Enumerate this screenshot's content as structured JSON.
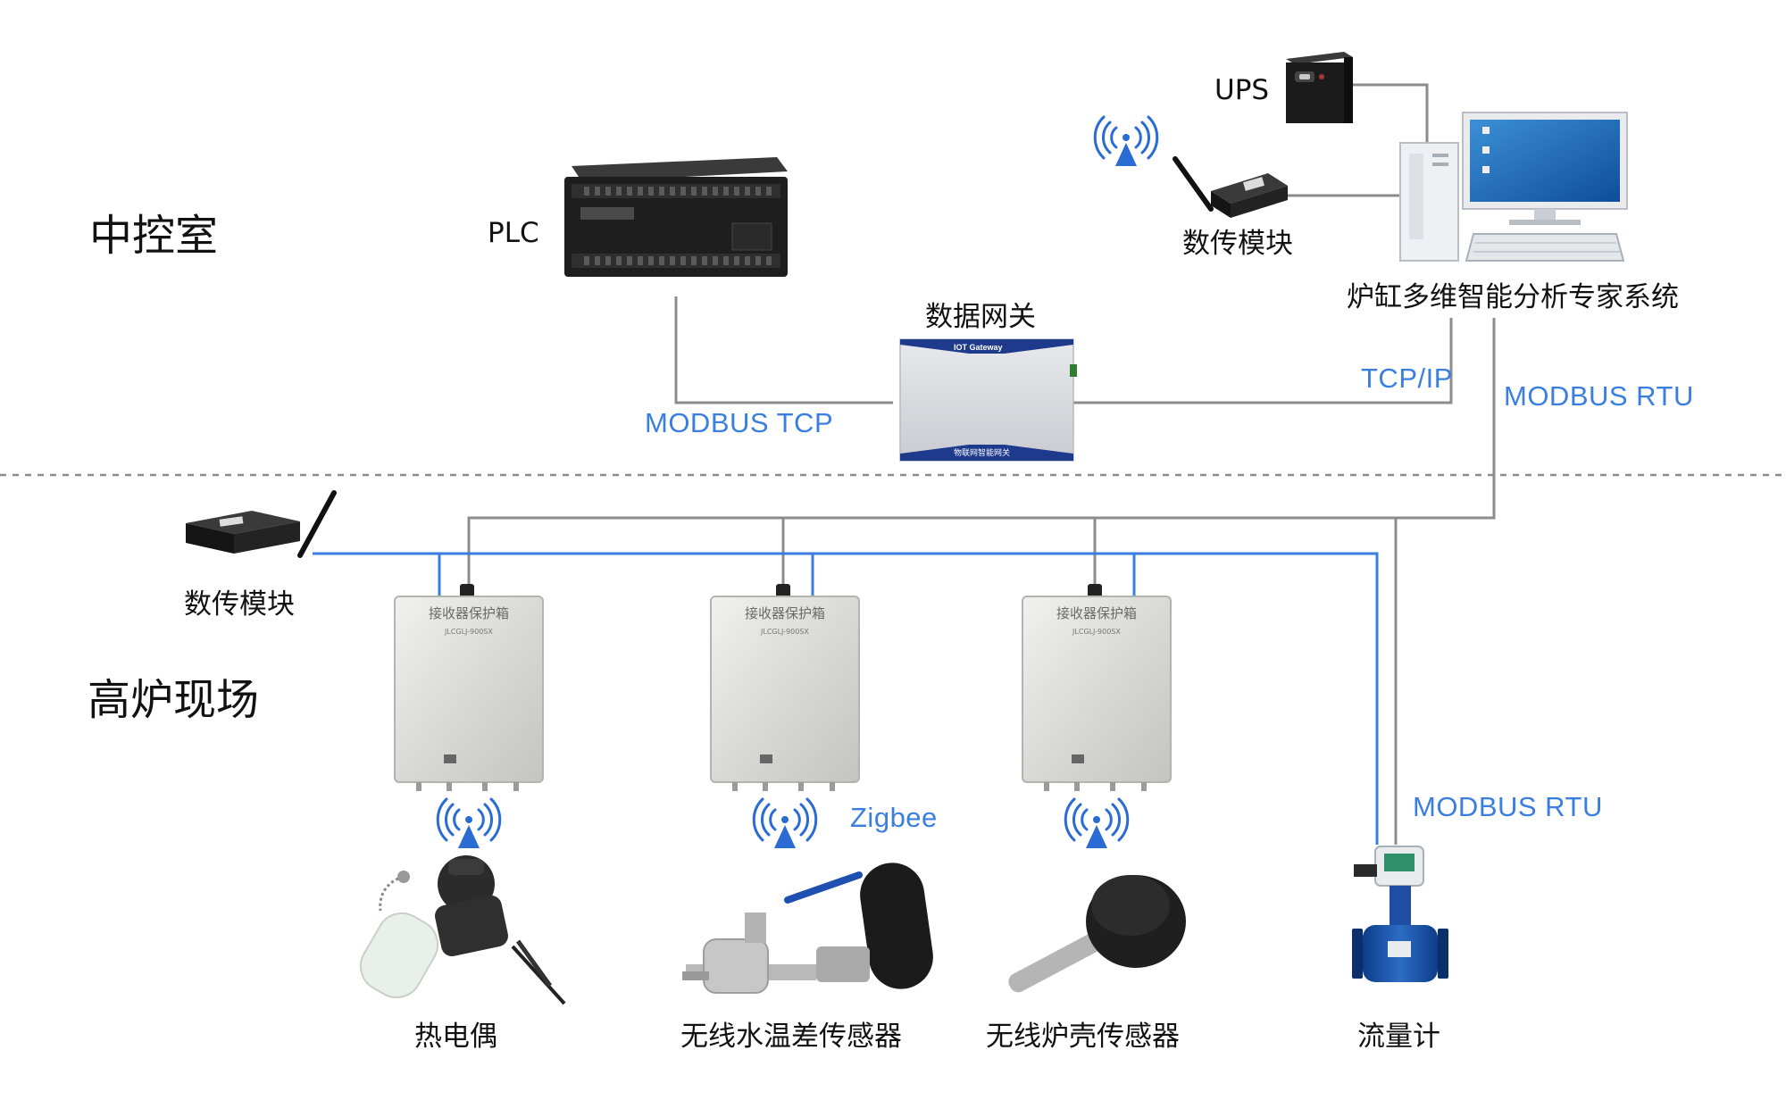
{
  "zones": {
    "control_room": "中控室",
    "furnace_site": "高炉现场"
  },
  "labels": {
    "plc": "PLC",
    "ups": "UPS",
    "data_module_top": "数传模块",
    "data_module_left": "数传模块",
    "gateway": "数据网关",
    "expert_system": "炉缸多维智能分析专家系统",
    "thermocouple": "热电偶",
    "water_temp_sensor": "无线水温差传感器",
    "shell_sensor": "无线炉壳传感器",
    "flowmeter": "流量计"
  },
  "protocols": {
    "modbus_tcp": "MODBUS TCP",
    "tcp_ip": "TCP/IP",
    "modbus_rtu_top": "MODBUS RTU",
    "modbus_rtu_bottom": "MODBUS RTU",
    "zigbee": "Zigbee"
  },
  "device_text": {
    "receiver_box": "接收器保护箱",
    "receiver_model": "JLCGLJ-900SX",
    "gateway_top": "IOT Gateway",
    "gateway_bottom": "物联网智能网关"
  },
  "colors": {
    "gray_line": "#8c8c8c",
    "blue_line": "#3a7fe0",
    "wifi": "#2a6bd4",
    "protocol_text": "#3a7fe0"
  }
}
